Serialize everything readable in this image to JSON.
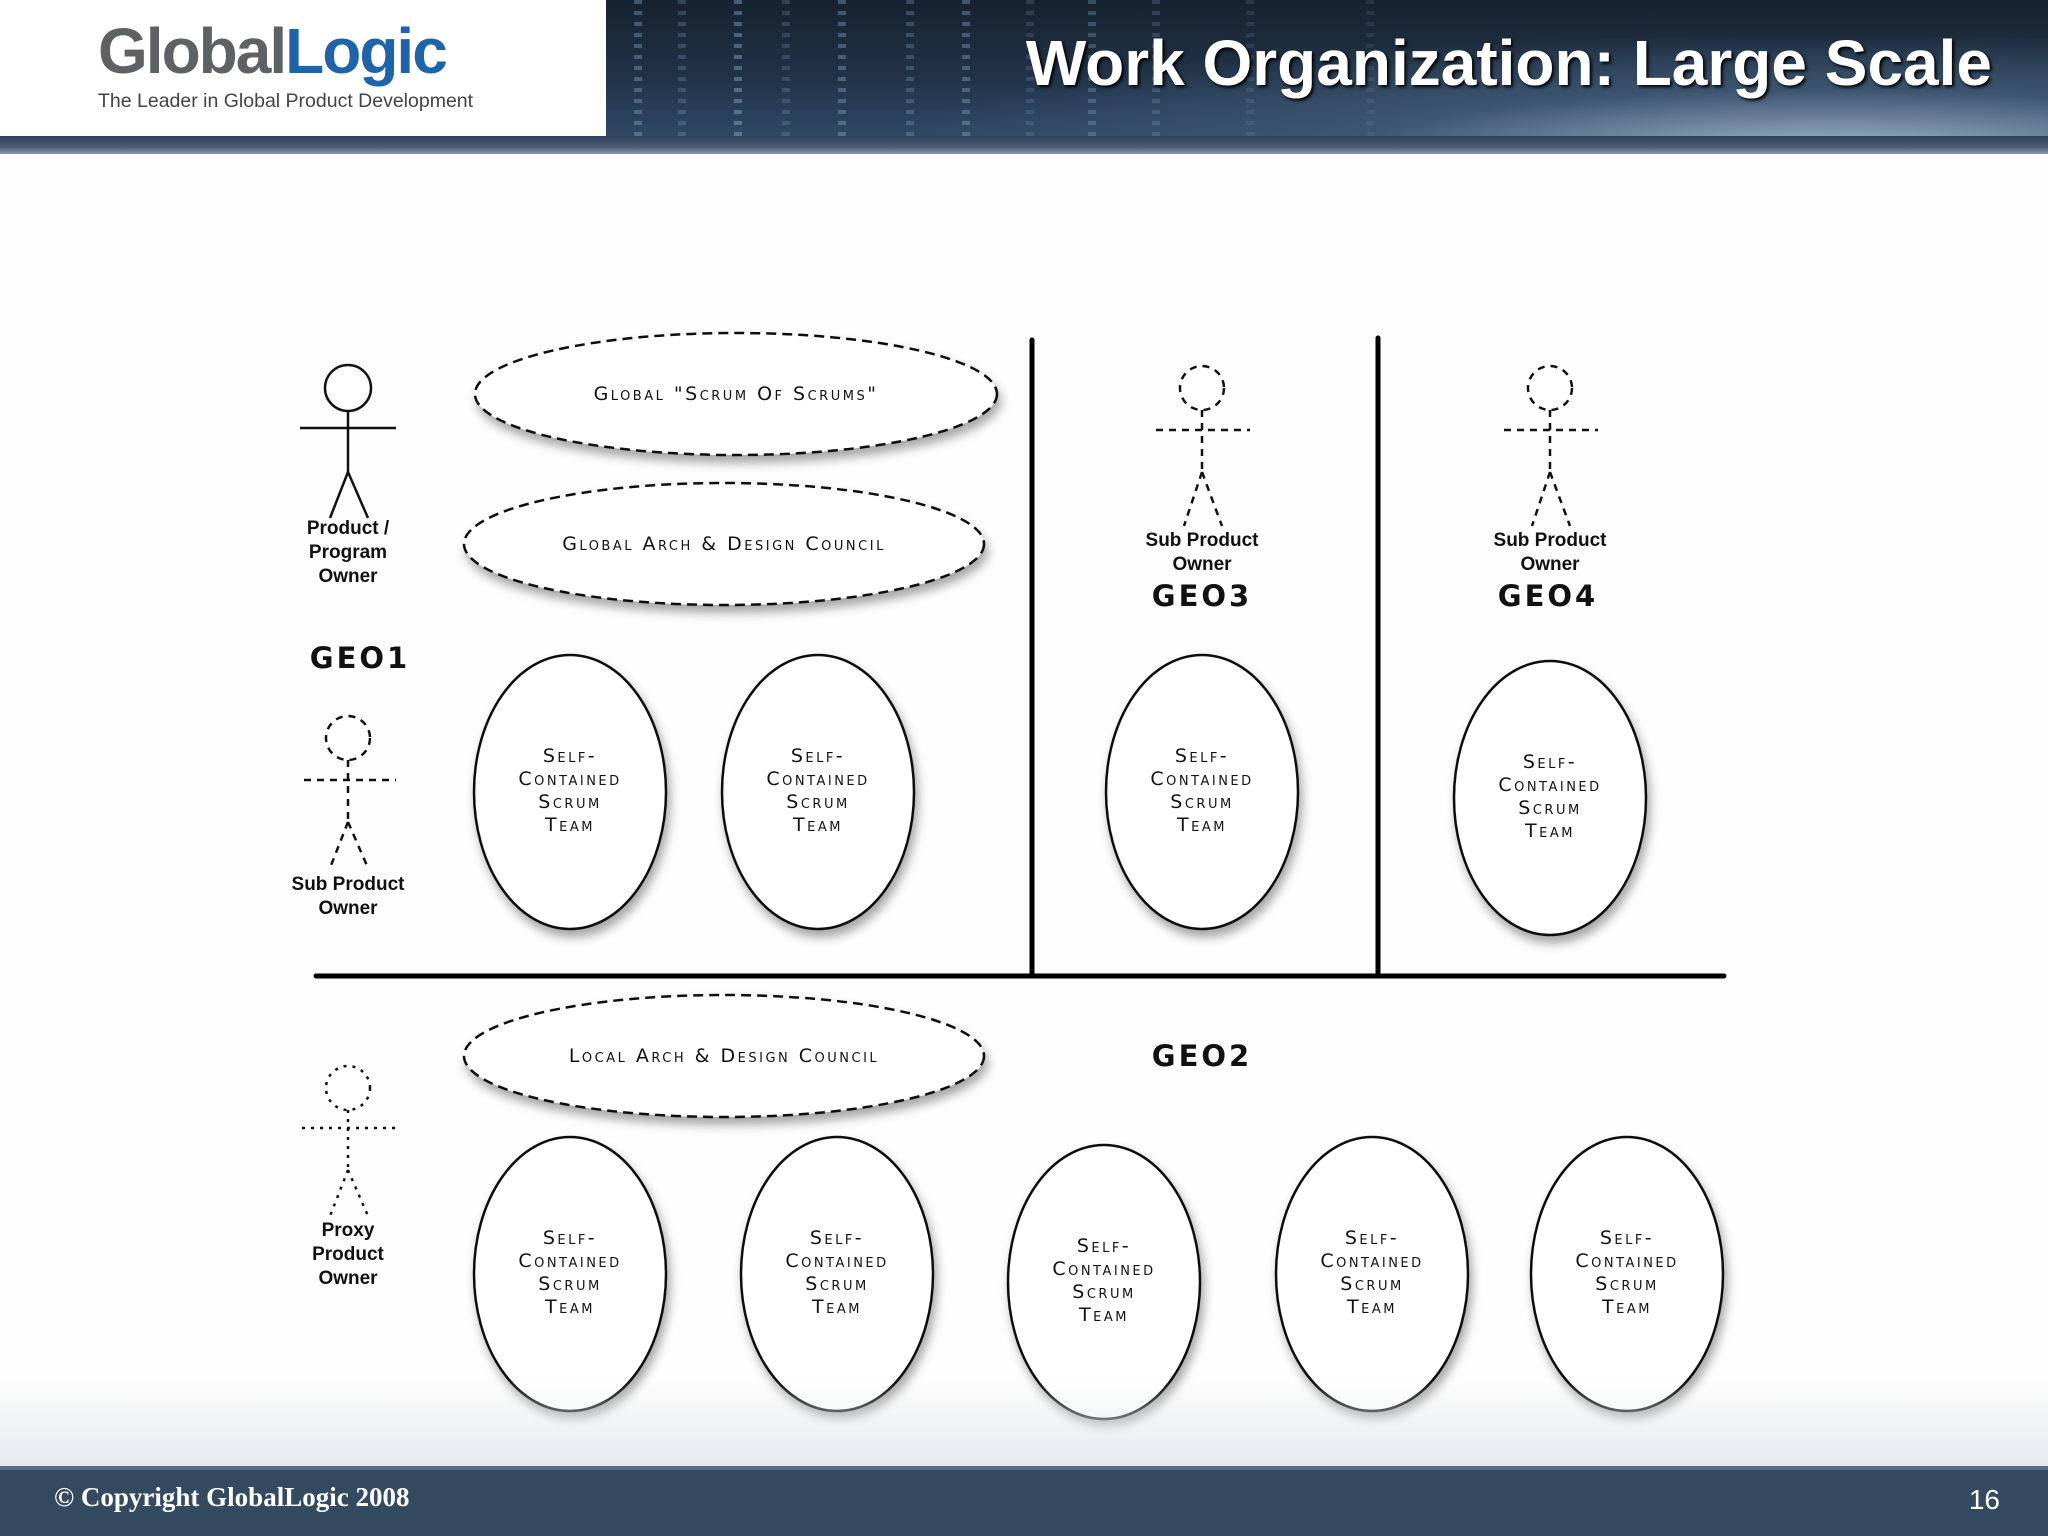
{
  "header": {
    "logo_part1": "Global",
    "logo_part2": "Logic",
    "logo_tagline": "The Leader in Global Product Development",
    "title": "Work Organization: Large Scale"
  },
  "diagram": {
    "geo_labels": [
      "GEO1",
      "GEO2",
      "GEO3",
      "GEO4"
    ],
    "councils": [
      "Global \"Scrum Of Scrums\"",
      "Global Arch & Design Council",
      "Local Arch & Design Council"
    ],
    "team_label_lines": [
      "Self-",
      "Contained",
      "Scrum",
      "Team"
    ],
    "roles": {
      "product_program_owner": [
        "Product /",
        "Program",
        "Owner"
      ],
      "sub_product_owner": [
        "Sub Product",
        "Owner"
      ],
      "proxy_product_owner": [
        "Proxy",
        "Product",
        "Owner"
      ]
    }
  },
  "footer": {
    "copyright": "© Copyright GlobalLogic 2008",
    "page_number": "16"
  },
  "colors": {
    "banner": "#22344a",
    "footer": "#344a60",
    "logo_grey": "#5e6264",
    "logo_blue": "#1f64a8"
  }
}
